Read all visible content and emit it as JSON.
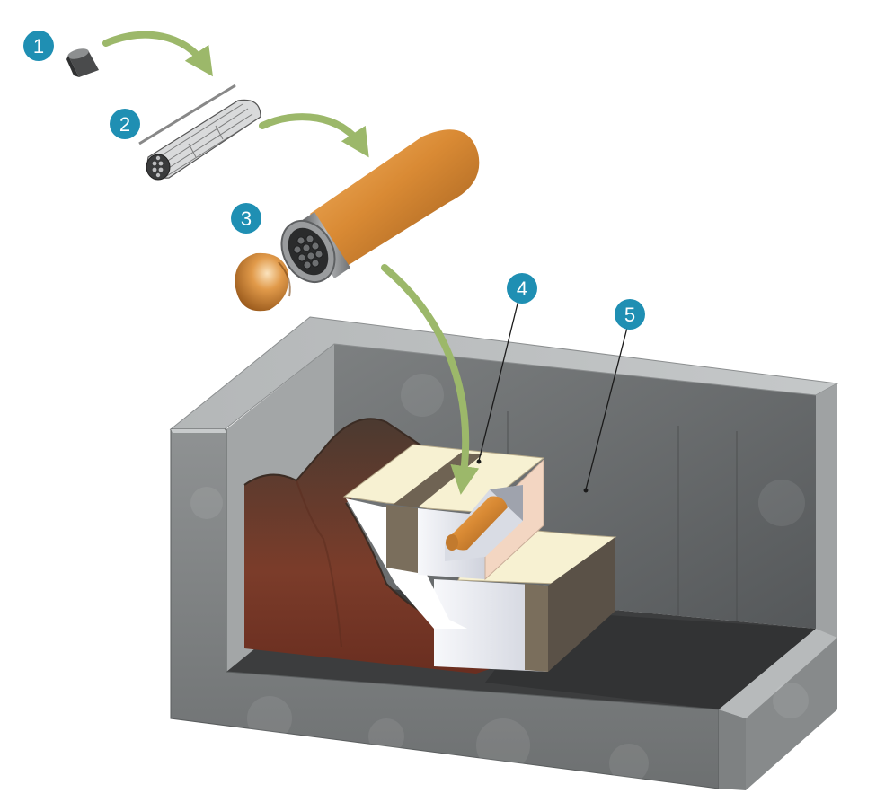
{
  "badges": [
    {
      "id": "1",
      "label": "1"
    },
    {
      "id": "2",
      "label": "2"
    },
    {
      "id": "3",
      "label": "3"
    },
    {
      "id": "4",
      "label": "4"
    },
    {
      "id": "5",
      "label": "5"
    }
  ],
  "colors": {
    "badge": "#1f8fb3",
    "arrow": "#9cb86a",
    "copper": "#d98a34",
    "copper_dark": "#9a5a1c",
    "concrete": "#8a8d8e",
    "concrete_dark": "#4d4f50",
    "floor": "#3c3d3e",
    "rock": "#6e3a2a",
    "bentonite": "#f7f1d2",
    "buffer_gray": "#7a6e5c",
    "white_block": "#e6e8ef",
    "pink_block": "#f3d6c2"
  }
}
